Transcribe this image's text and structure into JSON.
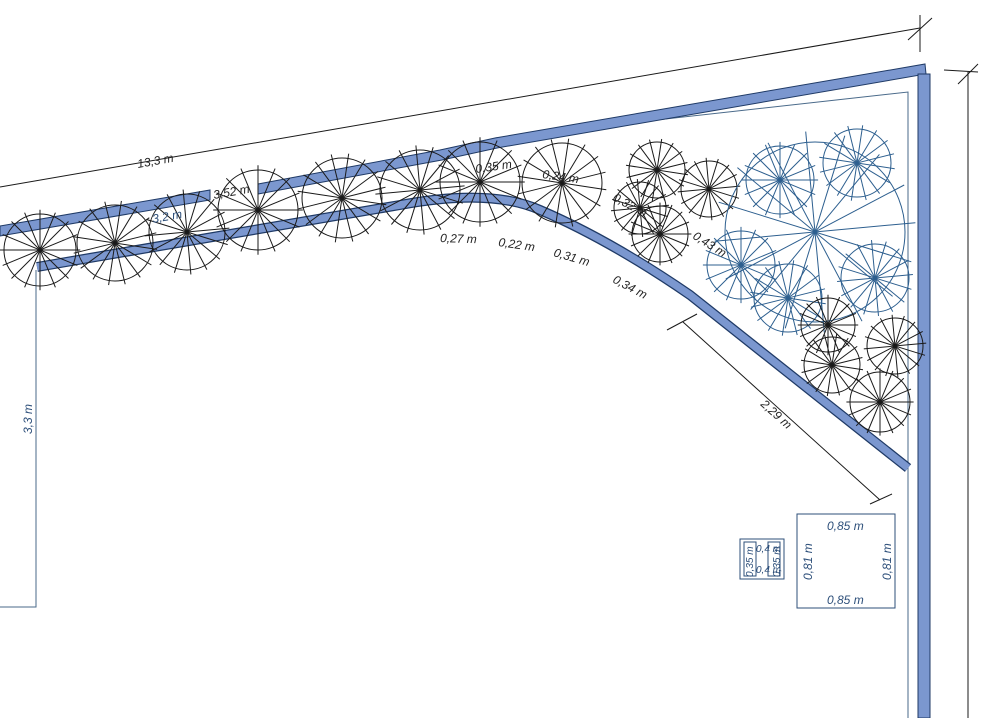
{
  "colors": {
    "wall_fill": "#7b97cf",
    "wall_edge": "#1f3a66",
    "plant_dark": "#1a1a1a",
    "plant_blue": "#2d5f8f",
    "label_text": "#222222",
    "label_blue": "#2d4f7a"
  },
  "dimensions": {
    "top_length": "13,3 m",
    "left_height": "3,3 m",
    "inner_a": "3,52 m",
    "inner_b": "3,2 m",
    "diagonal": "2,29 m"
  },
  "spacings": {
    "s1": "0,35 m",
    "s2": "0,24 m",
    "s3": "0,32 m",
    "s4": "0,43 m",
    "s5": "0,27 m",
    "s6": "0,22 m",
    "s7": "0,31 m",
    "s8": "0,34 m"
  },
  "square_box": {
    "top": "0,85 m",
    "bottom": "0,85 m",
    "left": "0,81 m",
    "right": "0,81 m"
  },
  "small_box": {
    "label_1": "0,35 m",
    "label_2": "0,4 m",
    "label_3": "0,4 m",
    "label_4": "0,35 m"
  }
}
